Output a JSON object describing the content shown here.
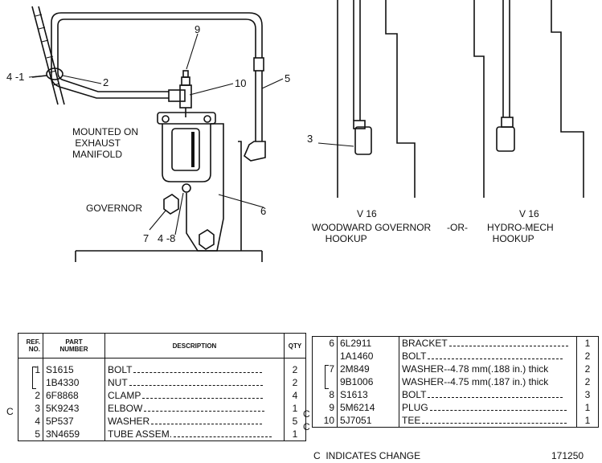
{
  "callouts": {
    "c41": "4 -1",
    "c2": "2",
    "c9": "9",
    "c10": "10",
    "c5": "5",
    "c6": "6",
    "c3": "3",
    "c7": "7",
    "c48": "4 -8"
  },
  "notes": {
    "mounted": "MOUNTED ON\n EXHAUST\nMANIFOLD",
    "governor": "GOVERNOR",
    "v16a": "V 16",
    "woodward": "WOODWARD GOVERNOR\n     HOOKUP",
    "or": "-OR-",
    "v16b": "V 16",
    "hydro": "HYDRO-MECH\n  HOOKUP"
  },
  "left_table": {
    "headers": {
      "ref": "REF.\nNO.",
      "part": "PART\nNUMBER",
      "desc": "DESCRIPTION",
      "qty": "QTY"
    },
    "rows": [
      {
        "change": "",
        "ref": "1",
        "part": "S1615",
        "desc": "BOLT",
        "qty": "2"
      },
      {
        "change": "",
        "ref": "",
        "part": "1B4330",
        "desc": "NUT",
        "qty": "2"
      },
      {
        "change": "",
        "ref": "2",
        "part": "6F8868",
        "desc": "CLAMP",
        "qty": "4"
      },
      {
        "change": "C",
        "ref": "3",
        "part": "5K9243",
        "desc": "ELBOW",
        "qty": "1"
      },
      {
        "change": "",
        "ref": "4",
        "part": "5P537",
        "desc": "WASHER",
        "qty": "5"
      },
      {
        "change": "",
        "ref": "5",
        "part": "3N4659",
        "desc": "TUBE ASSEM.",
        "qty": "1"
      }
    ]
  },
  "right_table": {
    "rows": [
      {
        "change": "",
        "ref": "6",
        "part": "6L2911",
        "desc": "BRACKET",
        "qty": "1"
      },
      {
        "change": "",
        "ref": "",
        "part": "1A1460",
        "desc": "BOLT",
        "qty": "2"
      },
      {
        "change": "",
        "ref": "7",
        "part": "2M849",
        "desc": "WASHER--4.78 mm(.188 in.) thick",
        "qty": "2"
      },
      {
        "change": "",
        "ref": "",
        "part": "9B1006",
        "desc": "WASHER--4.75 mm(.187 in.) thick",
        "qty": "2"
      },
      {
        "change": "",
        "ref": "8",
        "part": "S1613",
        "desc": "BOLT",
        "qty": "3"
      },
      {
        "change": "C",
        "ref": "9",
        "part": "5M6214",
        "desc": "PLUG",
        "qty": "1"
      },
      {
        "change": "C",
        "ref": "10",
        "part": "5J7051",
        "desc": "TEE",
        "qty": "1"
      }
    ]
  },
  "footer": {
    "change_note": "C  INDICATES CHANGE",
    "figure_no": "171250"
  }
}
